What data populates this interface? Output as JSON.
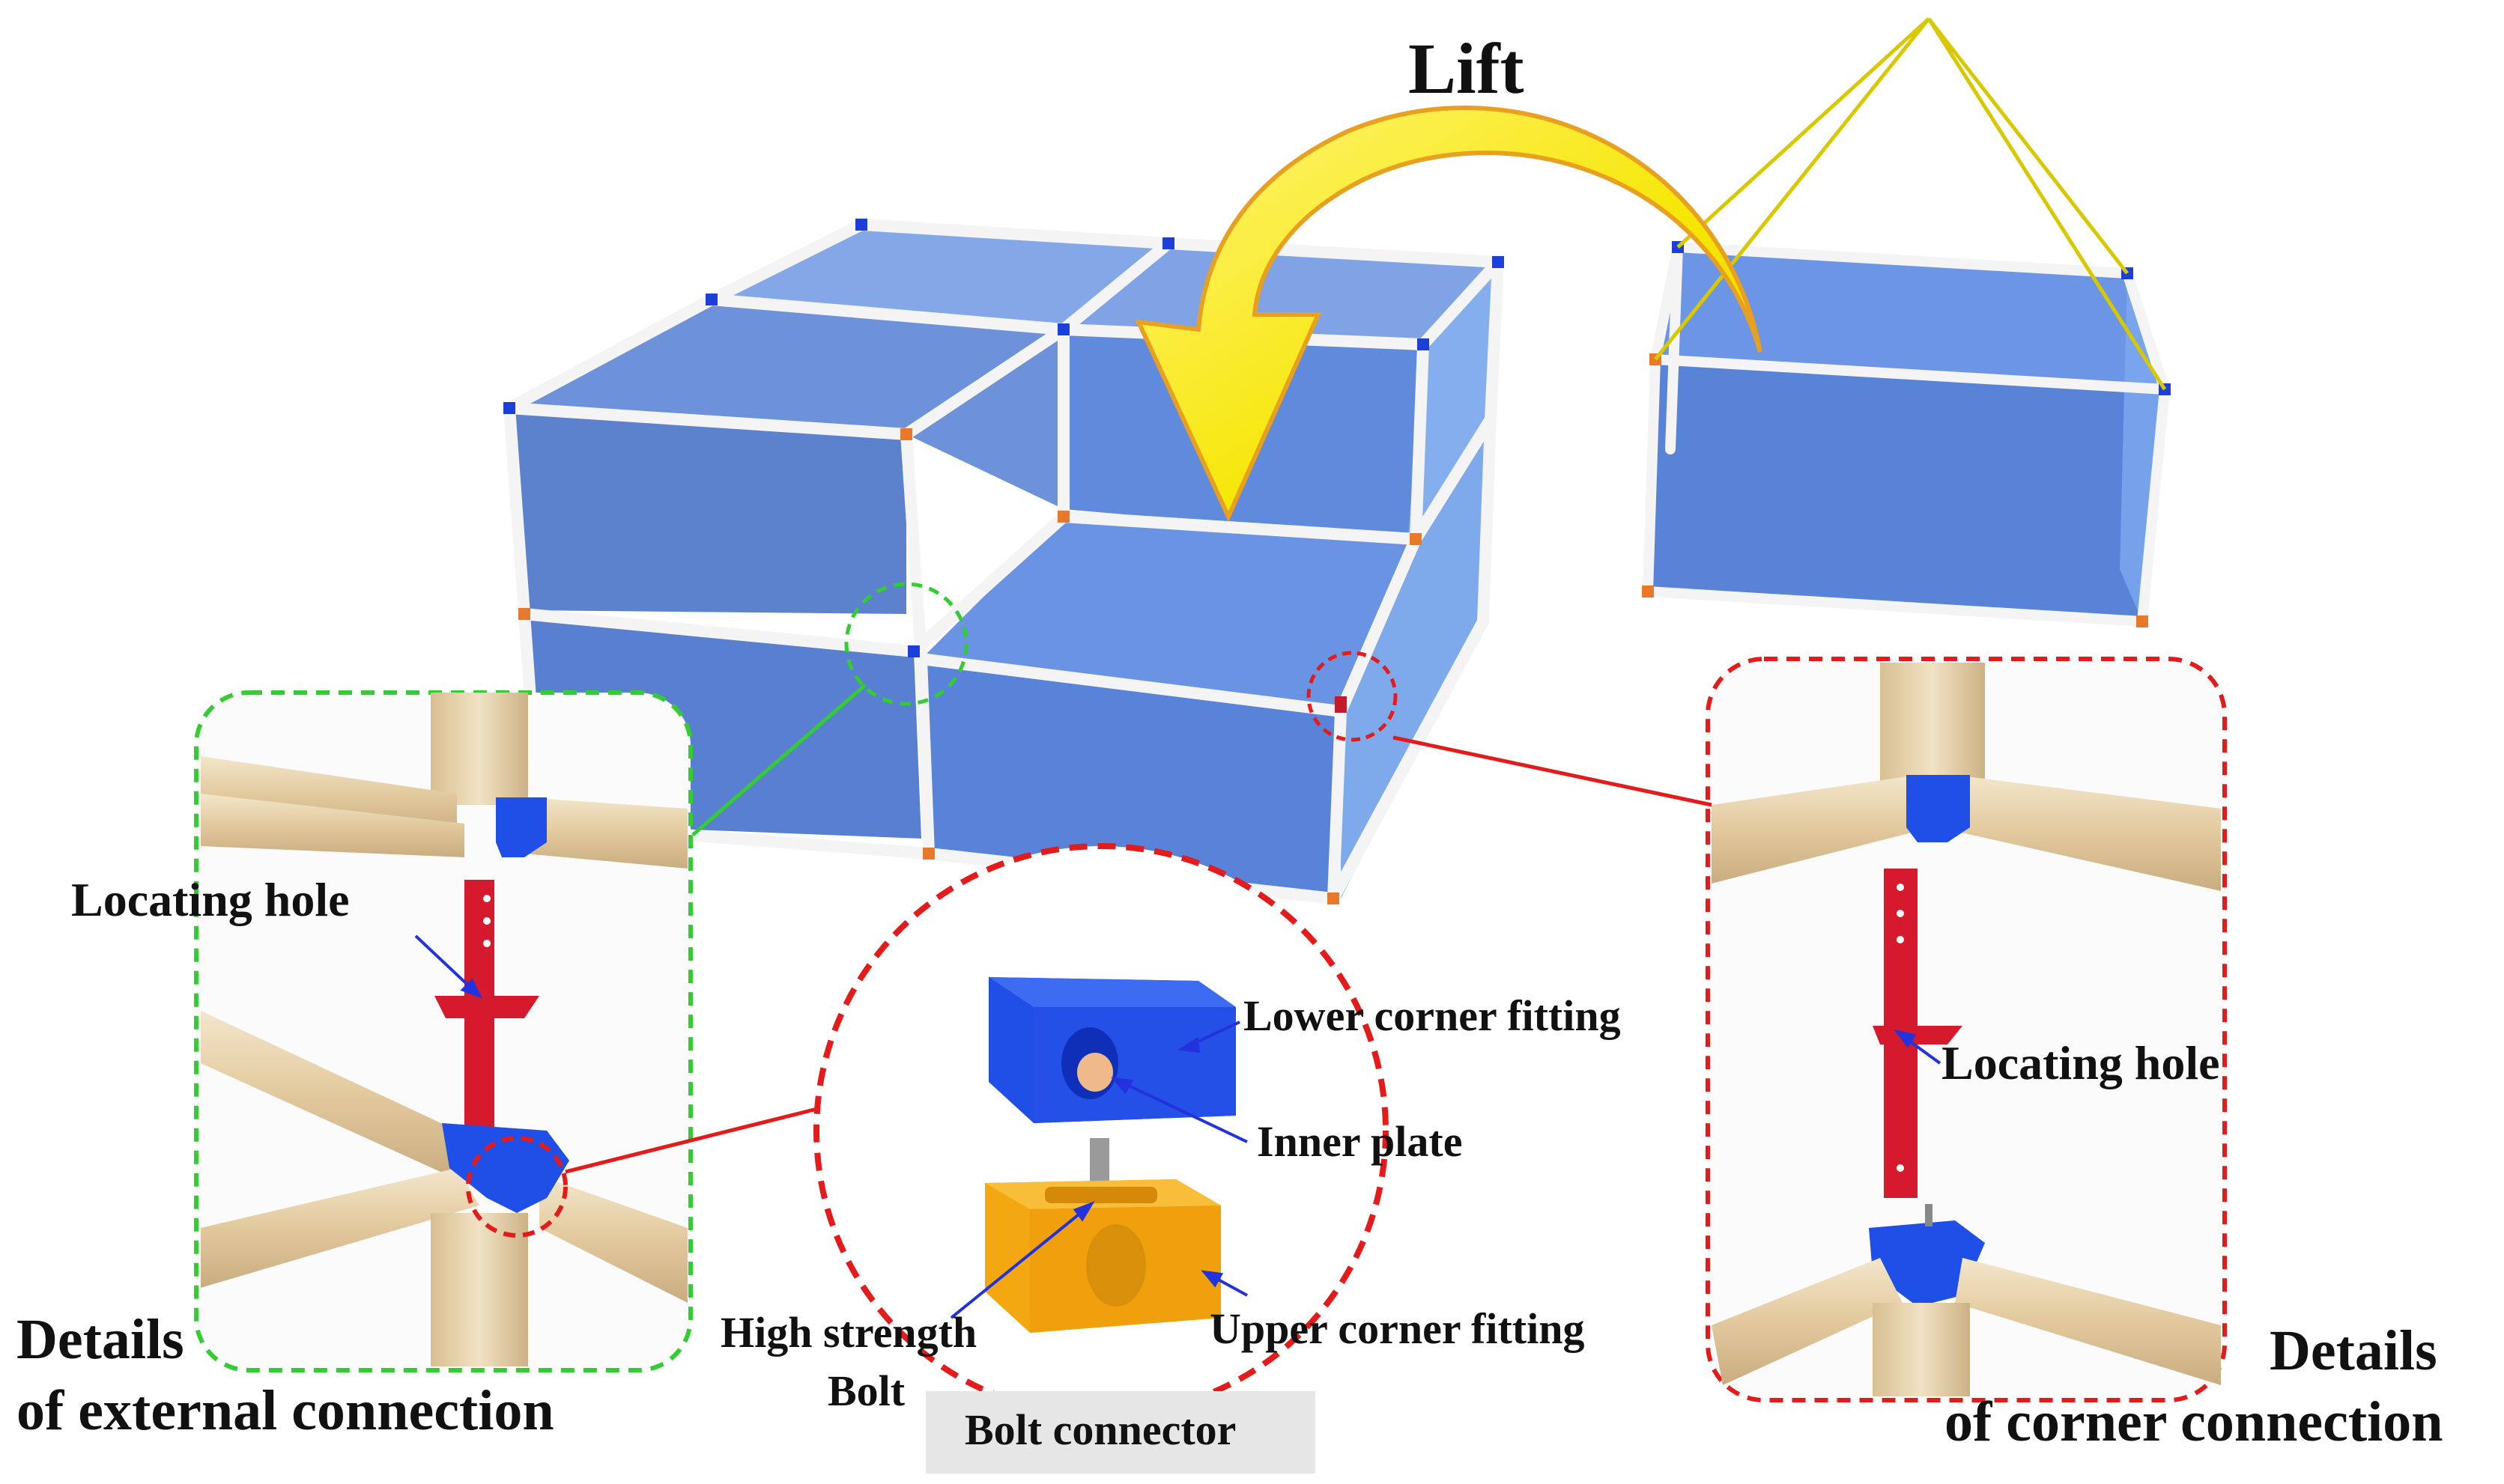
{
  "labels": {
    "lift": "Lift",
    "locating_hole_left": "Locating hole",
    "locating_hole_right": "Locating hole",
    "lower_corner_fitting": "Lower corner fitting",
    "inner_plate": "Inner plate",
    "upper_corner_fitting": "Upper corner fitting",
    "high_strength_bolt_line1": "High strength",
    "high_strength_bolt_line2": "Bolt",
    "bolt_connector": "Bolt connector",
    "details_external_line1": "Details",
    "details_external_line2": "of external connection",
    "details_corner_line1": "Details",
    "details_corner_line2": "of corner connection"
  },
  "colors": {
    "module_blue": "#4f7fd6",
    "frame_white": "#f4f4f4",
    "arrow_yellow": "#f5e600",
    "arrow_outline": "#e8a020",
    "green_dashed": "#33cc33",
    "red_dashed": "#e41b1b",
    "lower_fitting": "#1f4fe6",
    "upper_fitting": "#f3a812",
    "locating_plate_red": "#d41a2c",
    "wood_beam": "#e6cfa6",
    "pointer_blue": "#2233dd"
  }
}
